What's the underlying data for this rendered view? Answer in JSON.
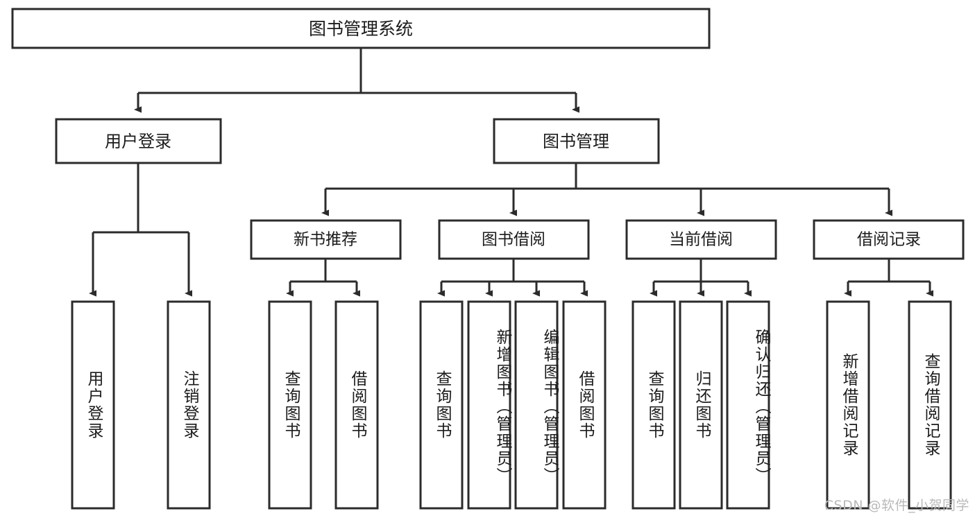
{
  "diagram": {
    "type": "tree-hierarchy-chart",
    "title_text": "图书管理系统",
    "colors": {
      "stroke": "#2b2b2b",
      "fill": "#ffffff",
      "text": "#1b1b1b",
      "watermark": "#b9b9b9",
      "background": "#ffffff"
    },
    "root": {
      "label": "图书管理系统"
    },
    "level1": [
      {
        "label": "用户登录"
      },
      {
        "label": "图书管理"
      }
    ],
    "level2": [
      {
        "label": "新书推荐"
      },
      {
        "label": "图书借阅"
      },
      {
        "label": "当前借阅"
      },
      {
        "label": "借阅记录"
      }
    ],
    "leaves": {
      "user_login": [
        {
          "label": "用户登录"
        },
        {
          "label": "注销登录"
        }
      ],
      "new_book_recommend": [
        {
          "label": "查询图书"
        },
        {
          "label": "借阅图书"
        }
      ],
      "book_borrow": [
        {
          "label": "查询图书"
        },
        {
          "label": "新增图书（管理员）"
        },
        {
          "label": "编辑图书（管理员）"
        },
        {
          "label": "借阅图书"
        }
      ],
      "current_borrow": [
        {
          "label": "查询图书"
        },
        {
          "label": "归还图书"
        },
        {
          "label": "确认归还（管理员）"
        }
      ],
      "borrow_record": [
        {
          "label": "新增借阅记录"
        },
        {
          "label": "查询借阅记录"
        }
      ]
    },
    "watermark": "CSDN @软件_小贺同学"
  }
}
